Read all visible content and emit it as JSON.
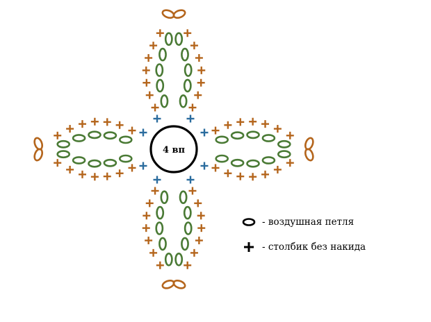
{
  "center": {
    "label": "4 вп"
  },
  "petals": {
    "count": 4,
    "green_chain_per_side": 5,
    "orange_tip_chains": 2,
    "orange_stitches_per_side": 7
  },
  "colors": {
    "green": "#4a7a35",
    "orange": "#b4651c",
    "blue": "#2b6c9e",
    "ring": "#000000"
  },
  "legend": {
    "chain": {
      "symbol": "oval",
      "text": "- воздушная петля"
    },
    "sc": {
      "symbol": "plus",
      "text": "- столбик без накида"
    }
  }
}
